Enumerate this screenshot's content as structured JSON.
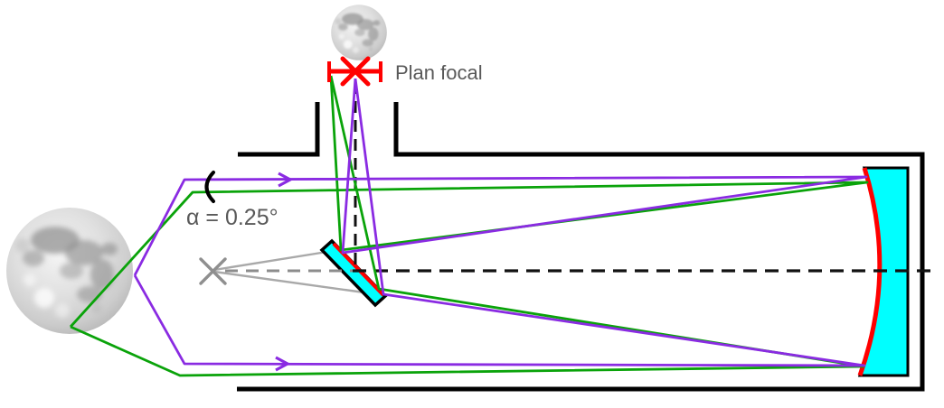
{
  "labels": {
    "focal_plane": "Plan focal",
    "alpha_angle": "α = 0.25°"
  },
  "values": {
    "field_half_angle_deg": "0.25°"
  },
  "colors": {
    "ray_green": "#0aa30a",
    "ray_purple": "#8a2be2",
    "accent_red": "#ff0000",
    "mirror_cyan": "#00ffff",
    "ray_gray": "#a9a9a9",
    "marker_gray": "#8f8f8f",
    "label_gray": "#595959",
    "outline_black": "#000000"
  },
  "icons": {
    "moon_source": "full-moon-photo",
    "moon_image_at_focus": "full-moon-photo",
    "focus_cross": "red-x-cross",
    "ray_direction_arrow": "right-arrowhead"
  }
}
